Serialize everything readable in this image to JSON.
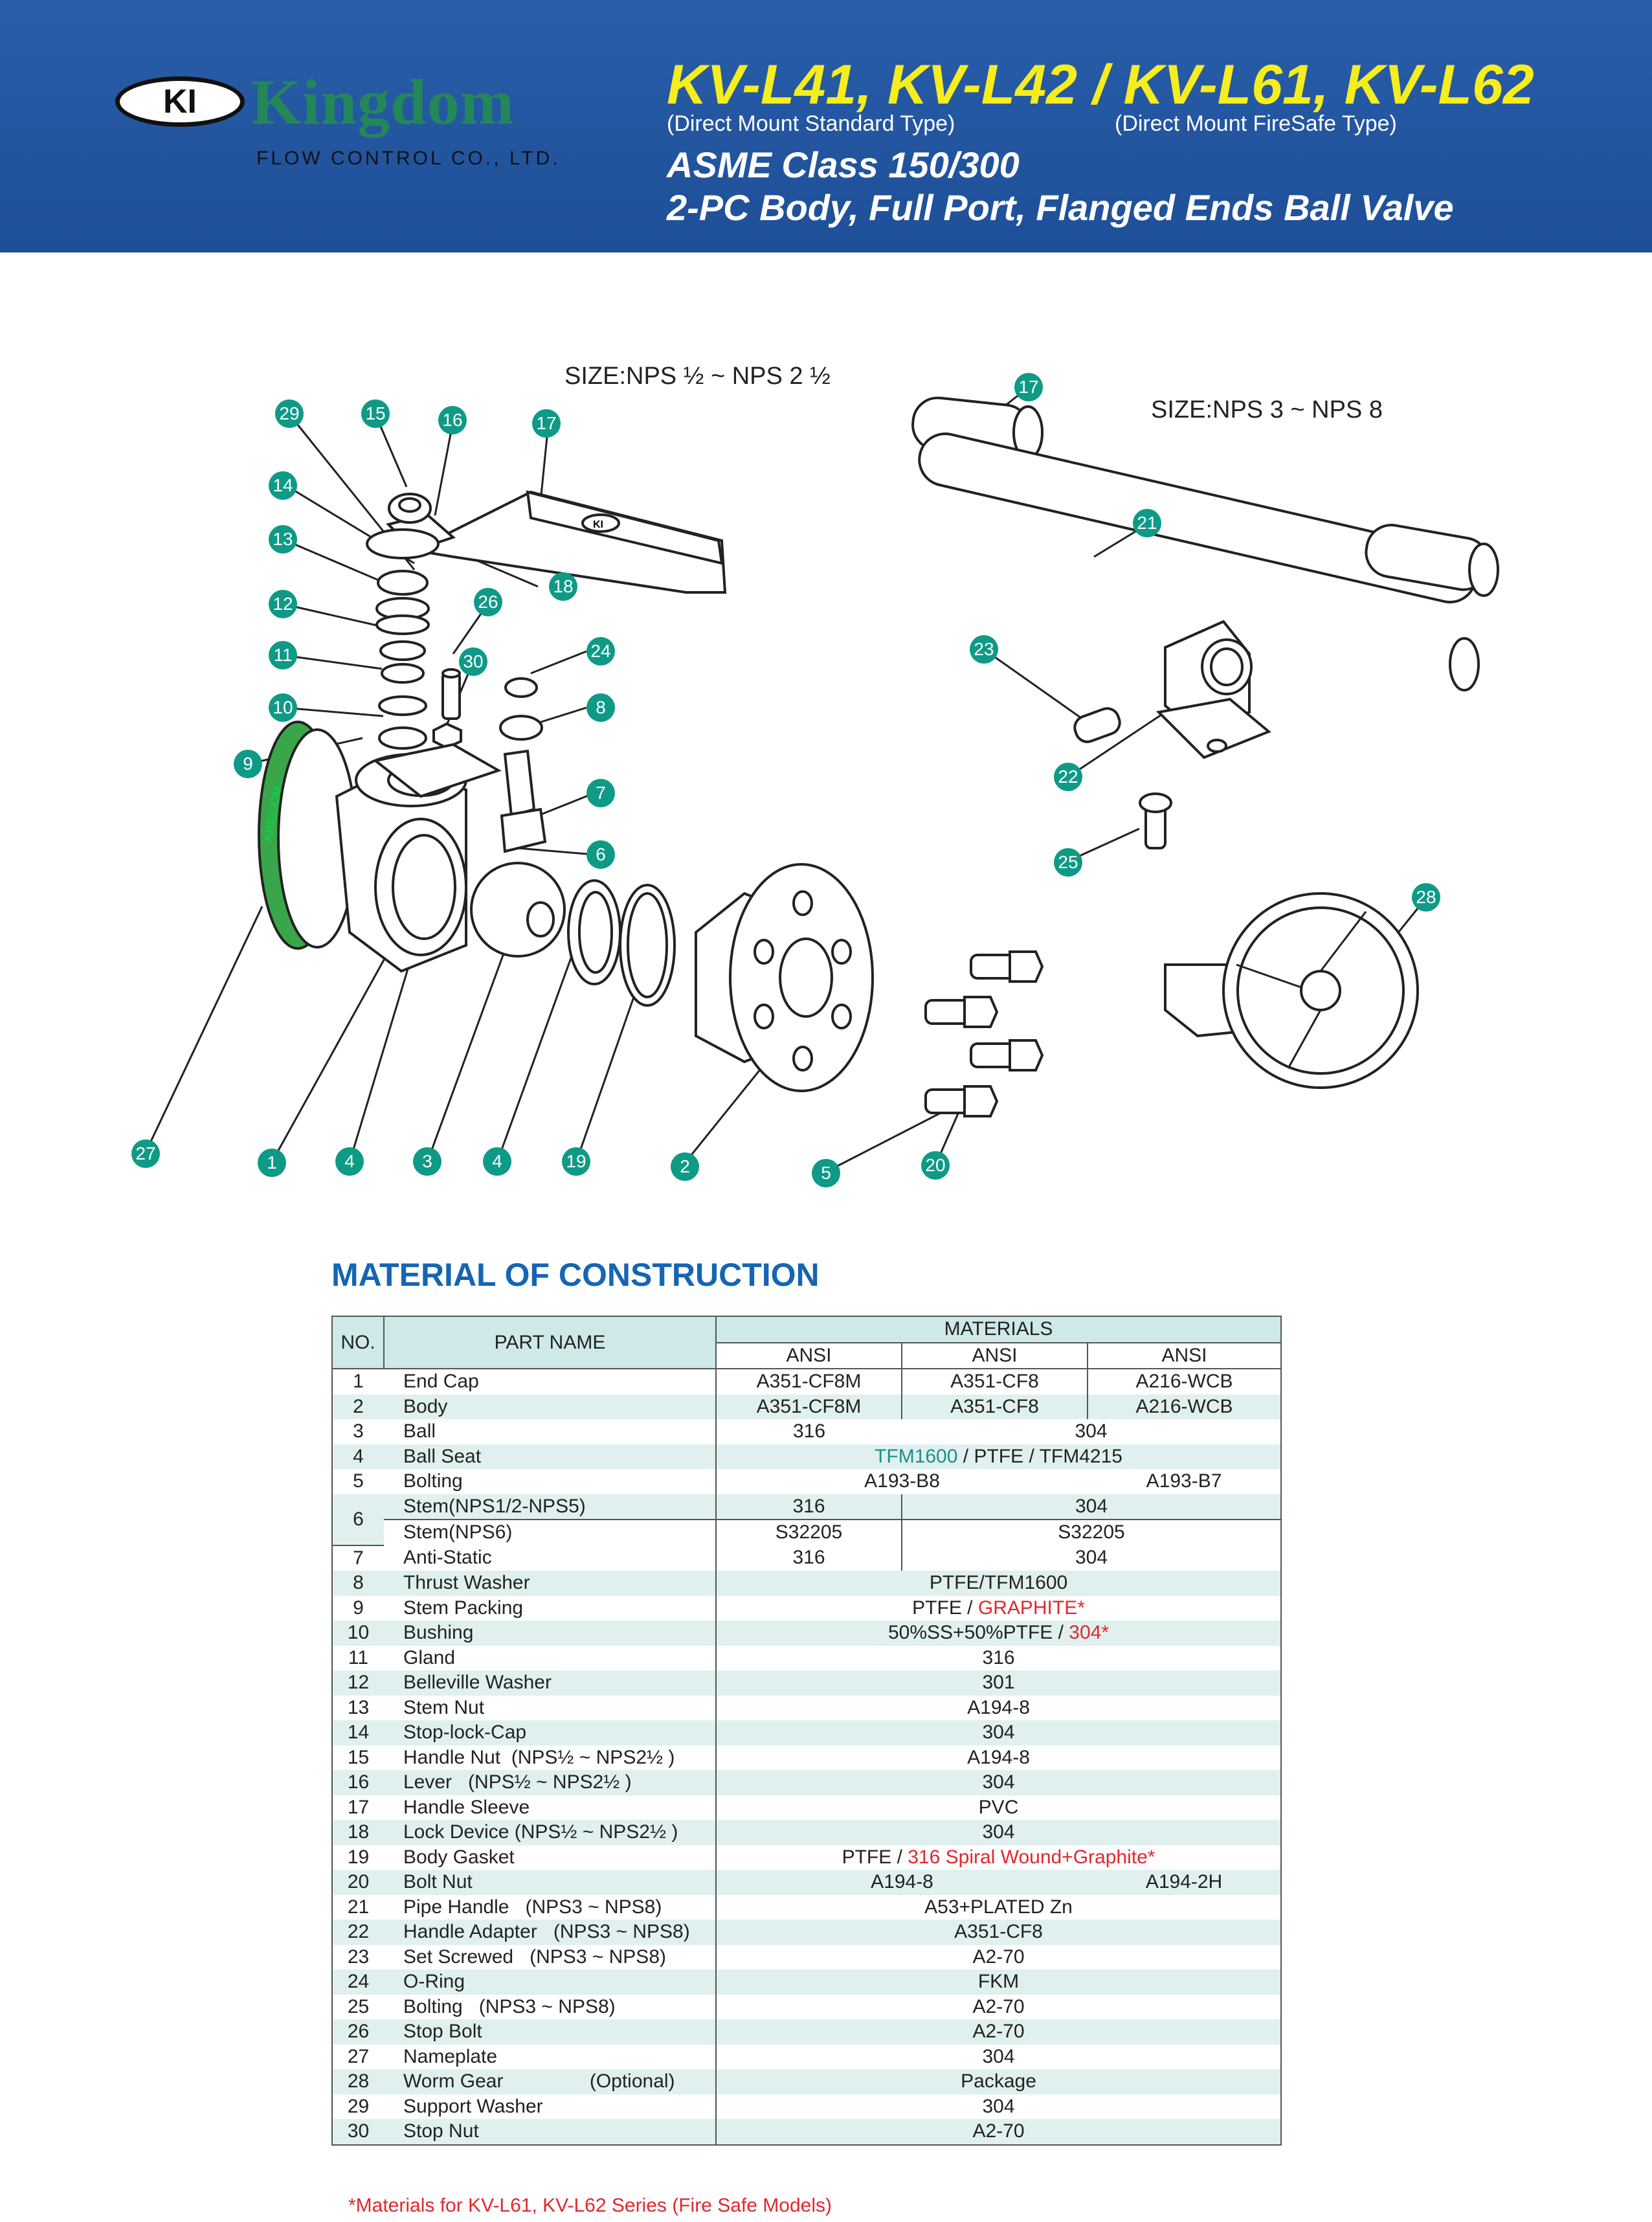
{
  "header": {
    "logo_mark": "KI",
    "logo_name": "Kingdom",
    "logo_sub": "FLOW CONTROL CO., LTD.",
    "model_title": "KV-L41, KV-L42 / KV-L61, KV-L62",
    "type_standard": "(Direct Mount Standard Type)",
    "type_firesafe": "(Direct Mount FireSafe Type)",
    "class_line": "ASME Class 150/300",
    "description": "2-PC Body, Full Port, Flanged Ends Ball Valve",
    "colors": {
      "band": "#1e4f98",
      "title": "#f6ed1f",
      "logo_green": "#23875a"
    }
  },
  "diagram": {
    "size_small": "SIZE:NPS ½ ~ NPS 2 ½",
    "size_large": "SIZE:NPS 3 ~ NPS 8",
    "callouts": [
      "29",
      "15",
      "16",
      "17",
      "14",
      "13",
      "18",
      "12",
      "26",
      "11",
      "30",
      "24",
      "10",
      "8",
      "9",
      "7",
      "6",
      "27",
      "1",
      "4",
      "3",
      "4",
      "19",
      "2",
      "5",
      "20",
      "17",
      "21",
      "23",
      "22",
      "25",
      "28"
    ],
    "nameplate_text": "KINGDOM",
    "lever_mark": "KI",
    "callout_color": "#0e9a86"
  },
  "materials": {
    "title": "MATERIAL OF CONSTRUCTION",
    "headers": {
      "no": "NO.",
      "part_name": "PART NAME",
      "materials": "MATERIALS",
      "std": [
        "ANSI",
        "ANSI",
        "ANSI"
      ]
    },
    "rows": [
      {
        "no": "1",
        "name": "End Cap",
        "v": [
          "A351-CF8M",
          "A351-CF8",
          "A216-WCB"
        ]
      },
      {
        "no": "2",
        "name": "Body",
        "v": [
          "A351-CF8M",
          "A351-CF8",
          "A216-WCB"
        ]
      },
      {
        "no": "3",
        "name": "Ball",
        "v": [
          "316",
          "304"
        ]
      },
      {
        "no": "4",
        "name": "Ball Seat",
        "v_parts": [
          "TFM1600",
          " / PTFE / TFM4215"
        ]
      },
      {
        "no": "5",
        "name": "Bolting",
        "v": [
          "A193-B8",
          "A193-B7"
        ]
      },
      {
        "no": "6",
        "name": "Stem(NPS1/2-NPS5)",
        "v": [
          "316",
          "304"
        ]
      },
      {
        "no": "",
        "name": "Stem(NPS6)",
        "v": [
          "S32205",
          "S32205"
        ]
      },
      {
        "no": "7",
        "name": "Anti-Static",
        "v": [
          "316",
          "304"
        ]
      },
      {
        "no": "8",
        "name": "Thrust Washer",
        "v": [
          "PTFE/TFM1600"
        ]
      },
      {
        "no": "9",
        "name": "Stem Packing",
        "v_parts": [
          "PTFE / ",
          "GRAPHITE*"
        ]
      },
      {
        "no": "10",
        "name": "Bushing",
        "v_parts": [
          "50%SS+50%PTFE / ",
          "304*"
        ]
      },
      {
        "no": "11",
        "name": "Gland",
        "v": [
          "316"
        ]
      },
      {
        "no": "12",
        "name": "Belleville Washer",
        "v": [
          "301"
        ]
      },
      {
        "no": "13",
        "name": "Stem Nut",
        "v": [
          "A194-8"
        ]
      },
      {
        "no": "14",
        "name": "Stop-lock-Cap",
        "v": [
          "304"
        ]
      },
      {
        "no": "15",
        "name": "Handle Nut  (NPS½ ~ NPS2½ )",
        "v": [
          "A194-8"
        ]
      },
      {
        "no": "16",
        "name": "Lever   (NPS½ ~ NPS2½ )",
        "v": [
          "304"
        ]
      },
      {
        "no": "17",
        "name": "Handle Sleeve",
        "v": [
          "PVC"
        ]
      },
      {
        "no": "18",
        "name": "Lock Device (NPS½ ~ NPS2½ )",
        "v": [
          "304"
        ]
      },
      {
        "no": "19",
        "name": "Body Gasket",
        "v_parts": [
          "PTFE / ",
          "316 Spiral Wound+Graphite*"
        ]
      },
      {
        "no": "20",
        "name": "Bolt Nut",
        "v": [
          "A194-8",
          "A194-2H"
        ]
      },
      {
        "no": "21",
        "name": "Pipe Handle   (NPS3 ~ NPS8)",
        "v": [
          "A53+PLATED Zn"
        ]
      },
      {
        "no": "22",
        "name": "Handle Adapter   (NPS3 ~ NPS8)",
        "v": [
          "A351-CF8"
        ]
      },
      {
        "no": "23",
        "name": "Set Screwed   (NPS3 ~ NPS8)",
        "v": [
          "A2-70"
        ]
      },
      {
        "no": "24",
        "name": "O-Ring",
        "v": [
          "FKM"
        ]
      },
      {
        "no": "25",
        "name": "Bolting   (NPS3 ~ NPS8)",
        "v": [
          "A2-70"
        ]
      },
      {
        "no": "26",
        "name": "Stop Bolt",
        "v": [
          "A2-70"
        ]
      },
      {
        "no": "27",
        "name": "Nameplate",
        "v": [
          "304"
        ]
      },
      {
        "no": "28",
        "name": "Worm Gear                (Optional)",
        "v": [
          "Package"
        ]
      },
      {
        "no": "29",
        "name": "Support Washer",
        "v": [
          "304"
        ]
      },
      {
        "no": "30",
        "name": "Stop Nut",
        "v": [
          "A2-70"
        ]
      }
    ],
    "footnote": "*Materials for KV-L61, KV-L62 Series (Fire Safe Models)"
  }
}
